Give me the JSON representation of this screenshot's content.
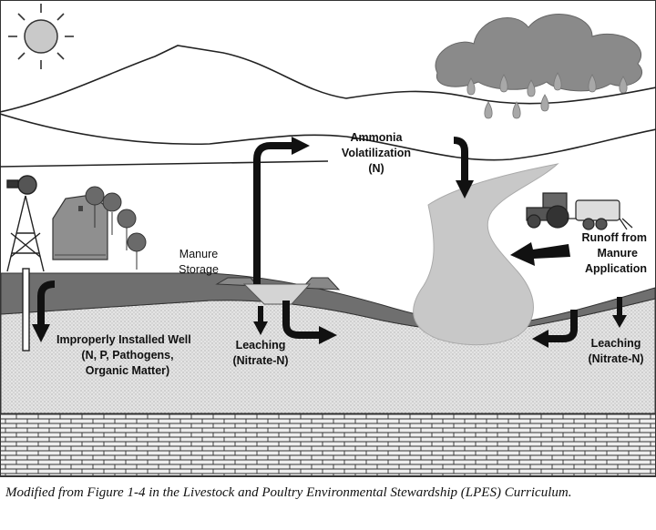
{
  "labels": {
    "ammonia_line1": "Ammonia",
    "ammonia_line2": "Volatilization",
    "ammonia_line3": "(N)",
    "manure_storage_line1": "Manure",
    "manure_storage_line2": "Storage",
    "runoff_line1": "Runoff from",
    "runoff_line2": "Manure",
    "runoff_line3": "Application",
    "well_line1": "Improperly Installed Well",
    "well_line2": "(N, P, Pathogens,",
    "well_line3": "Organic Matter)",
    "leaching_left_line1": "Leaching",
    "leaching_left_line2": "(Nitrate-N)",
    "leaching_right_line1": "Leaching",
    "leaching_right_line2": "(Nitrate-N)"
  },
  "caption": "Modified from Figure 1-4 in the Livestock and Poultry Environmental Stewardship (LPES) Curriculum.",
  "colors": {
    "soil": "#6f6f6f",
    "groundwater": "#dcdcdc",
    "bedrock": "#e6e6e6",
    "cloud": "#8a8a8a",
    "plume": "#c8c8c8",
    "arrow": "#111111"
  }
}
